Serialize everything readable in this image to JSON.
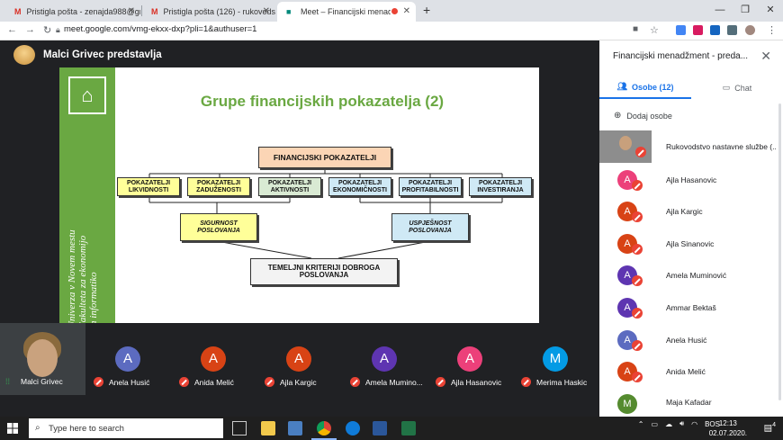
{
  "browser": {
    "tabs": [
      {
        "title": "Pristigla pošta - zenajda988@gm",
        "icon": "gmail-icon"
      },
      {
        "title": "Pristigla pošta (126) - rukovodst",
        "icon": "gmail-icon"
      },
      {
        "title": "Meet – Financijski menadžment",
        "icon": "meet-icon",
        "active": true
      }
    ],
    "new_tab": "+",
    "url": "meet.google.com/vmg-ekxx-dxp?pli=1&authuser=1"
  },
  "meet": {
    "presenter_label": "Malci Grivec predstavlja",
    "slide": {
      "side_text": "Univerza v Novem mestu\nFakulteta za ekonomijo\nin informatiko",
      "title": "Grupe financijskih pokazatelja (2)",
      "root": "FINANCIJSKI POKAZATELJI",
      "groups": [
        "POKAZATELJI LIKVIDNOSTI",
        "POKAZATELJI ZADUŽENOSTI",
        "POKAZATELJI AKTIVNOSTI",
        "POKAZATELJI EKONOMIČNOSTI",
        "POKAZATELJI PROFITABILNOSTI",
        "POKAZATELJI INVESTIRANJA"
      ],
      "mid_left": "SIGURNOST POSLOVANJA",
      "mid_right": "USPJEŠNOST POSLOVANJA",
      "bottom": "TEMELJNI KRITERIJI DOBROGA POSLOVANJA"
    },
    "tiles": [
      {
        "name": "Malci Grivec",
        "self": true
      },
      {
        "name": "Anela Husić",
        "initial": "A",
        "color": "#5c6bc0"
      },
      {
        "name": "Anida Melić",
        "initial": "A",
        "color": "#d84315"
      },
      {
        "name": "Ajla Kargic",
        "initial": "A",
        "color": "#d84315"
      },
      {
        "name": "Amela Mumino...",
        "initial": "A",
        "color": "#5e35b1"
      },
      {
        "name": "Ajla Hasanovic",
        "initial": "A",
        "color": "#ec407a"
      },
      {
        "name": "Merima Haskic",
        "initial": "M",
        "color": "#039be5"
      }
    ]
  },
  "panel": {
    "title": "Financijski menadžment - preda...",
    "tab_people": "Osobe (12)",
    "tab_chat": "Chat",
    "add_people": "Dodaj osobe",
    "people": [
      {
        "name": "Rukovodstvo nastavne službe (...",
        "photo": true
      },
      {
        "name": "Ajla Hasanovic",
        "initial": "A",
        "color": "#ec407a"
      },
      {
        "name": "Ajla Kargic",
        "initial": "A",
        "color": "#d84315"
      },
      {
        "name": "Ajla Sinanovic",
        "initial": "A",
        "color": "#d84315"
      },
      {
        "name": "Amela Muminović",
        "initial": "A",
        "color": "#5e35b1"
      },
      {
        "name": "Ammar Bektaš",
        "initial": "A",
        "color": "#5e35b1"
      },
      {
        "name": "Anela Husić",
        "initial": "A",
        "color": "#5c6bc0"
      },
      {
        "name": "Anida Melić",
        "initial": "A",
        "color": "#d84315"
      },
      {
        "name": "Maja Kafadar",
        "initial": "M",
        "color": "#558b2f"
      }
    ]
  },
  "taskbar": {
    "search_placeholder": "Type here to search",
    "lang": "BOS",
    "time": "12:13",
    "date": "02.07.2020.",
    "notif_count": "4"
  }
}
